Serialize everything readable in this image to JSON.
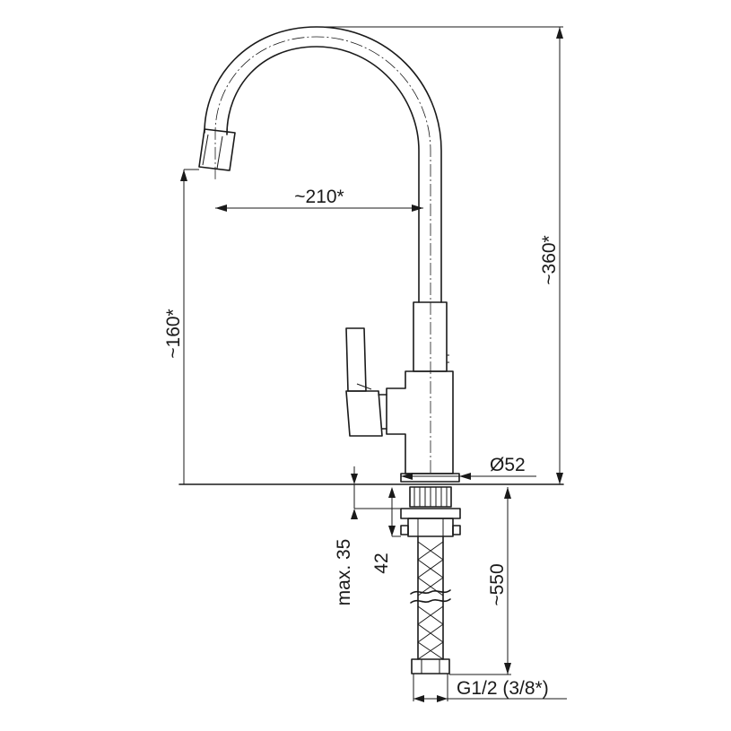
{
  "dimensions": {
    "spout_reach": "~210*",
    "spout_height": "~160*",
    "total_height": "~360*",
    "base_diameter": "Ø52",
    "max_countertop": "max. 35",
    "thread_length": "42",
    "hose_length": "~550",
    "connection": "G1/2 (3/8*)"
  }
}
